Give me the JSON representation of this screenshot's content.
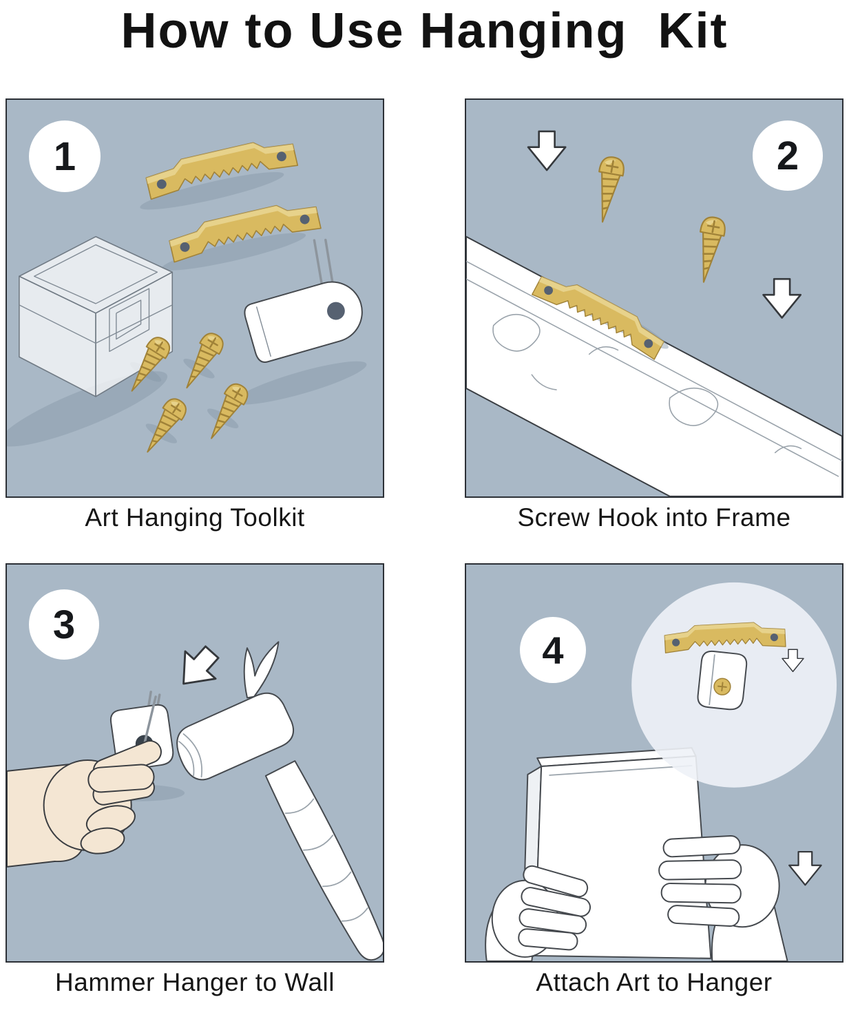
{
  "title": "How to Use Hanging  Kit",
  "panels": [
    {
      "number": "1",
      "caption": "Art Hanging Toolkit"
    },
    {
      "number": "2",
      "caption": "Screw Hook into Frame"
    },
    {
      "number": "3",
      "caption": "Hammer Hanger to Wall"
    },
    {
      "number": "4",
      "caption": "Attach Art to Hanger"
    }
  ],
  "colors": {
    "page_bg": "#ffffff",
    "panel_bg": "#a9b8c6",
    "panel_border": "#2c3036",
    "brass": "#d9ba60",
    "brass_dark": "#a08238",
    "brass_light": "#f3e6ae",
    "skin": "#f4e6d3",
    "shadow": "#8496a6",
    "text": "#121212"
  }
}
